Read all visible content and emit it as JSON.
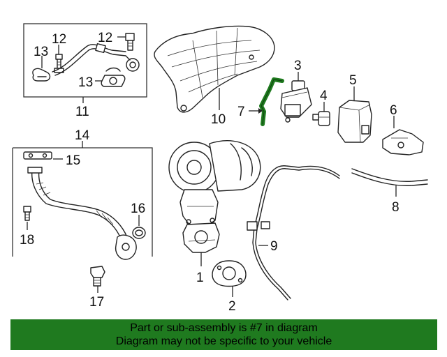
{
  "highlight_color": "#1e7a1e",
  "banner_color": "#1f7a1f",
  "banner": {
    "line1": "Part or sub-assembly is #7 in diagram",
    "line2": "Diagram may not be specific to your vehicle"
  },
  "callouts": {
    "c1": "1",
    "c2": "2",
    "c3": "3",
    "c4": "4",
    "c5": "5",
    "c6": "6",
    "c7": "7",
    "c8": "8",
    "c9": "9",
    "c10": "10",
    "c11": "11",
    "c12a": "12",
    "c12b": "12",
    "c13a": "13",
    "c13b": "13",
    "c14": "14",
    "c15": "15",
    "c16": "16",
    "c17": "17",
    "c18": "18"
  }
}
